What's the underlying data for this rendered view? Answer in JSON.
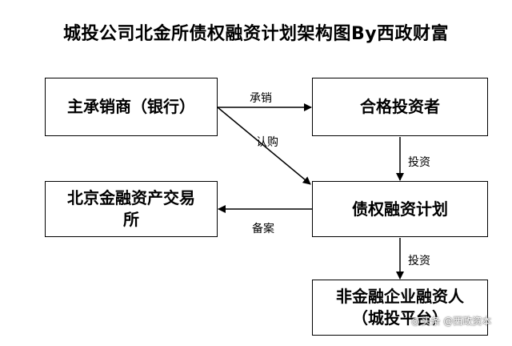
{
  "title": "城投公司北金所债权融资计划架构图By西政财富",
  "nodes": {
    "underwriter": "主承销商（银行）",
    "investor": "合格投资者",
    "exchange_line1": "北京金融资产交易",
    "exchange_line2": "所",
    "plan": "债权融资计划",
    "financier_line1": "非金融企业融资人",
    "financier_line2": "（城投平台）"
  },
  "edges": {
    "sell": "承销",
    "subscribe": "认购",
    "invest_1": "投资",
    "filing": "备案",
    "invest_2": "投资"
  },
  "watermark": "头条 @西政资本",
  "colors": {
    "line": "#000000",
    "background": "#ffffff"
  }
}
